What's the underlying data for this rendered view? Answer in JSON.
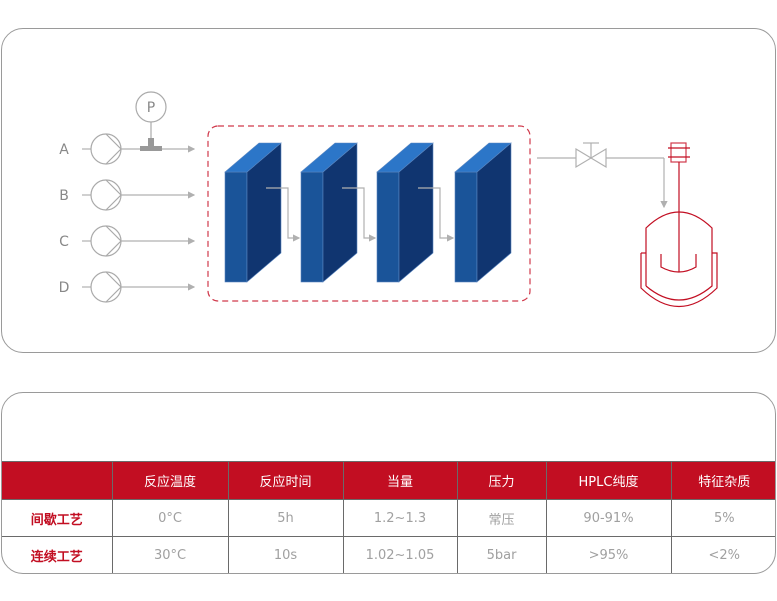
{
  "diagram": {
    "inputs": [
      "A",
      "B",
      "C",
      "D"
    ],
    "pressure_gauge_label": "P",
    "reactor_modules": 4,
    "colors": {
      "line": "#b0b0b0",
      "dashed_box": "#d0394b",
      "module_front": "#1a5499",
      "module_side": "#103570",
      "module_top": "#2c76c8",
      "vessel": "#c20e22"
    }
  },
  "table": {
    "headers": [
      "",
      "反应温度",
      "反应时间",
      "当量",
      "压力",
      "HPLC纯度",
      "特征杂质"
    ],
    "rows": [
      {
        "label": "间歇工艺",
        "cells": [
          "0°C",
          "5h",
          "1.2~1.3",
          "常压",
          "90-91%",
          "5%"
        ]
      },
      {
        "label": "连续工艺",
        "cells": [
          "30°C",
          "10s",
          "1.02~1.05",
          "5bar",
          ">95%",
          "<2%"
        ]
      }
    ],
    "colors": {
      "header_bg": "#c20e22",
      "header_text": "#ffffff",
      "row_label": "#c20e22",
      "cell_text": "#a0a0a0"
    }
  }
}
